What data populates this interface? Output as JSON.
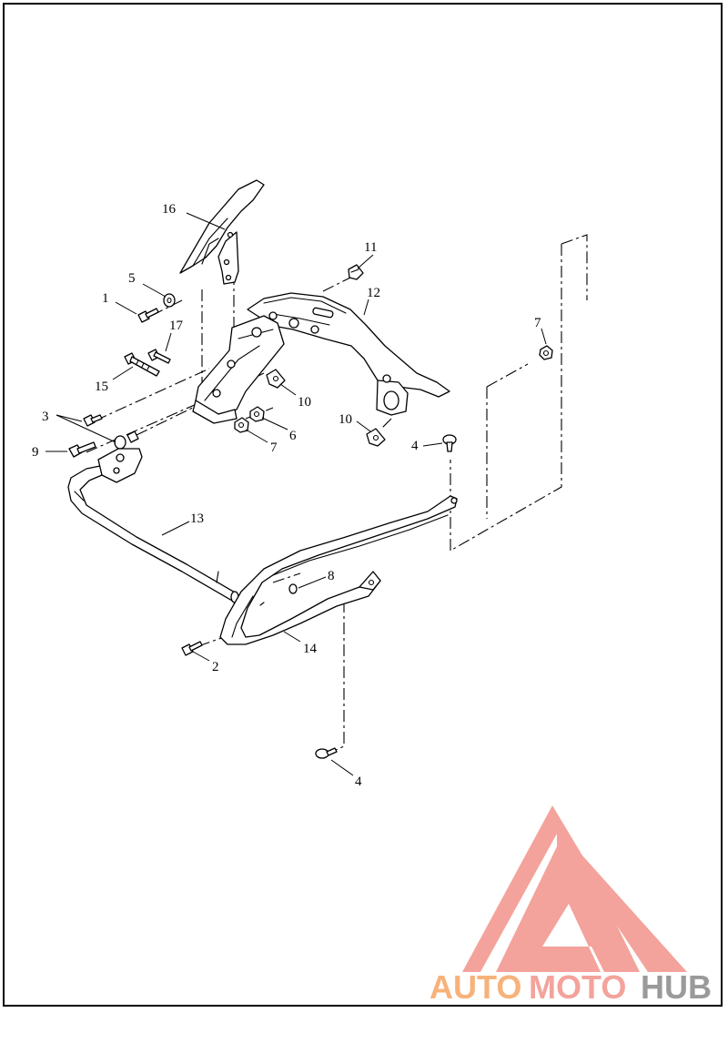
{
  "callouts": {
    "c1": "1",
    "c2": "2",
    "c3": "3",
    "c4a": "4",
    "c4b": "4",
    "c5": "5",
    "c6": "6",
    "c7a": "7",
    "c7b": "7",
    "c8": "8",
    "c9": "9",
    "c10a": "10",
    "c10b": "10",
    "c11": "11",
    "c12": "12",
    "c13": "13",
    "c14": "14",
    "c15": "15",
    "c16": "16",
    "c17": "17"
  },
  "logo": {
    "text_part1": "AUTO",
    "text_part2": "MOTO",
    "text_part3": "HUB",
    "color_triangle": "#f3a39b",
    "color_auto": "#f7b27a",
    "color_moto": "#f3a39b",
    "color_hub": "#9a9a9a"
  }
}
